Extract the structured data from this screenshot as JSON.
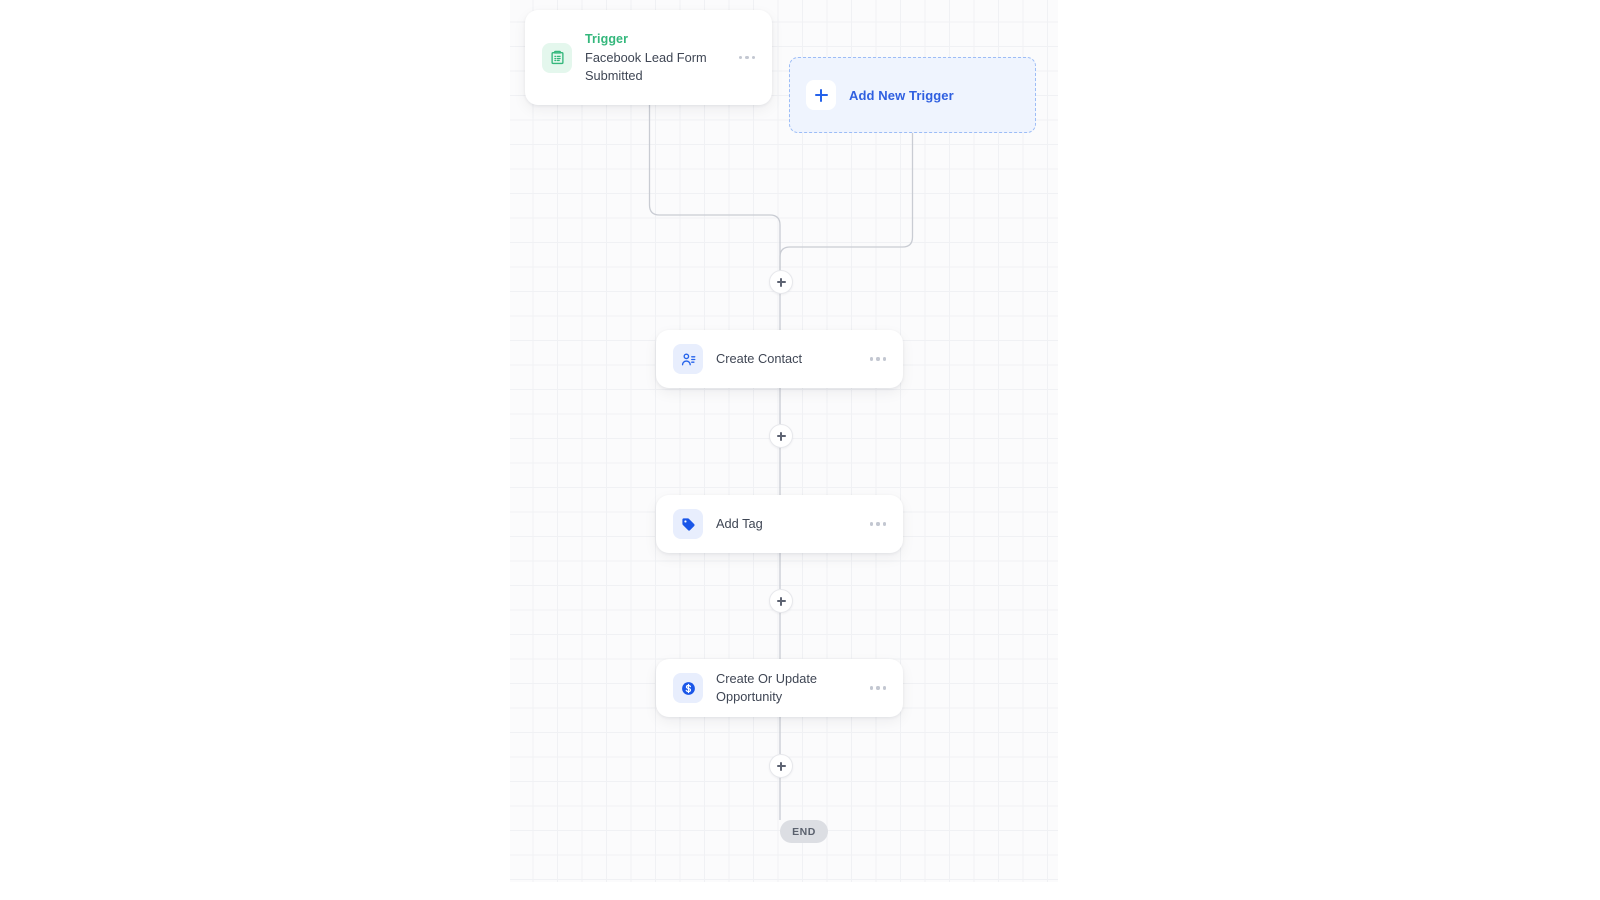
{
  "canvas": {
    "background_color": "#fbfbfc",
    "grid_line_color": "#f0f1f4",
    "edge_color": "#c9ccd3"
  },
  "trigger": {
    "kicker": "Trigger",
    "title_line1": "Facebook Lead Form",
    "title_line2": "Submitted",
    "icon": "clipboard-form-icon",
    "icon_color": "#34b77c",
    "icon_bg": "#e4f7ed",
    "kicker_color": "#34b77c",
    "menu": "more-options"
  },
  "add_new_trigger": {
    "label": "Add New Trigger",
    "icon": "plus-icon",
    "accent_color": "#2f5fe0",
    "border_color": "#9dbdf6",
    "fill_color": "#eff4fe"
  },
  "actions": [
    {
      "label": "Create Contact",
      "icon": "contact-person-icon",
      "icon_color": "#2563eb",
      "icon_bg": "#e8eefd",
      "menu": "more-options"
    },
    {
      "label": "Add Tag",
      "icon": "tag-icon",
      "icon_color": "#1a56e8",
      "icon_bg": "#e8eefd",
      "menu": "more-options"
    },
    {
      "label_line1": "Create Or Update",
      "label_line2": "Opportunity",
      "icon": "dollar-circle-icon",
      "icon_color": "#1a56e8",
      "icon_bg": "#e8eefd",
      "menu": "more-options"
    }
  ],
  "add_step_buttons": [
    {
      "name": "add-step-after-trigger-merge"
    },
    {
      "name": "add-step-after-create-contact"
    },
    {
      "name": "add-step-after-add-tag"
    },
    {
      "name": "add-step-after-opportunity"
    }
  ],
  "end": {
    "label": "END",
    "bg_color": "#dcdee3",
    "text_color": "#5b616e"
  }
}
